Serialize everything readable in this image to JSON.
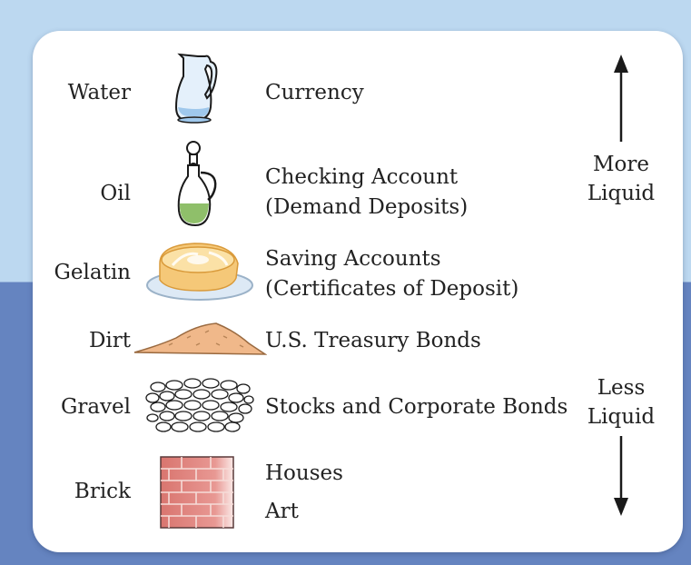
{
  "rows": [
    {
      "substance": "Water",
      "asset_lines": [
        "Currency"
      ],
      "icon": "water-pitcher-icon"
    },
    {
      "substance": "Oil",
      "asset_lines": [
        "Checking Account",
        "(Demand Deposits)"
      ],
      "icon": "oil-cruet-icon"
    },
    {
      "substance": "Gelatin",
      "asset_lines": [
        "Saving Accounts",
        "(Certificates of Deposit)"
      ],
      "icon": "gelatin-mold-icon"
    },
    {
      "substance": "Dirt",
      "asset_lines": [
        "U.S. Treasury Bonds"
      ],
      "icon": "dirt-pile-icon"
    },
    {
      "substance": "Gravel",
      "asset_lines": [
        "Stocks and Corporate Bonds"
      ],
      "icon": "gravel-pile-icon"
    },
    {
      "substance": "Brick",
      "asset_lines": [
        "Houses",
        "Art"
      ],
      "icon": "brick-wall-icon"
    }
  ],
  "scale": {
    "top_label": [
      "More",
      "Liquid"
    ],
    "bottom_label": [
      "Less",
      "Liquid"
    ]
  },
  "colors": {
    "background_top": "#bcd8f0",
    "background_bottom": "#6584c0",
    "card": "#ffffff",
    "brick": "#d9756f",
    "oil": "#8fbf6a",
    "gelatin": "#f5c878",
    "dirt": "#f0b88a"
  }
}
